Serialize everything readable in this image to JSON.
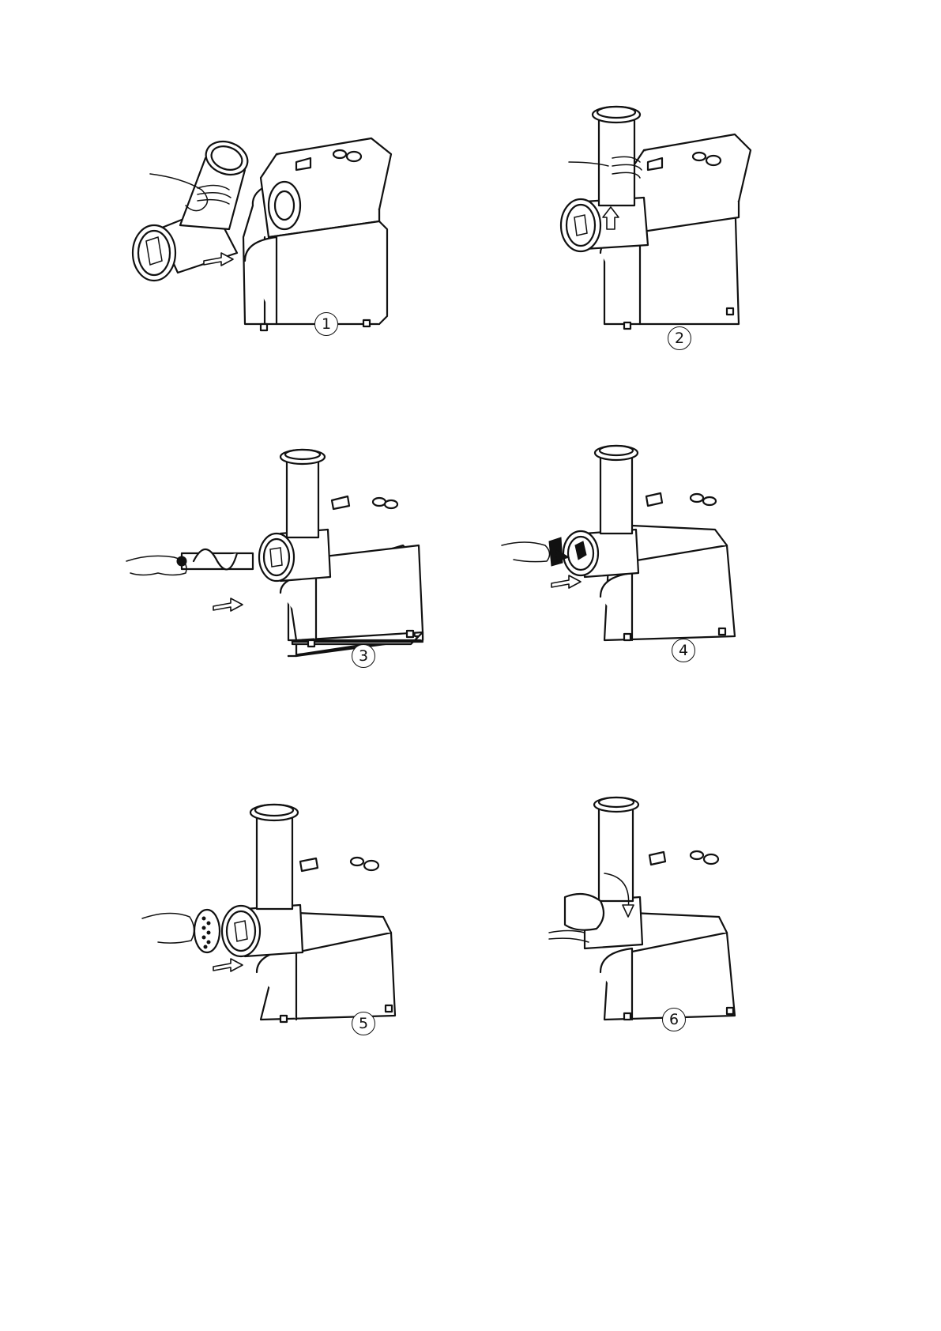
{
  "steps": [
    {
      "label": "1"
    },
    {
      "label": "2"
    },
    {
      "label": "3"
    },
    {
      "label": "4"
    },
    {
      "label": "5"
    },
    {
      "label": "6"
    }
  ]
}
